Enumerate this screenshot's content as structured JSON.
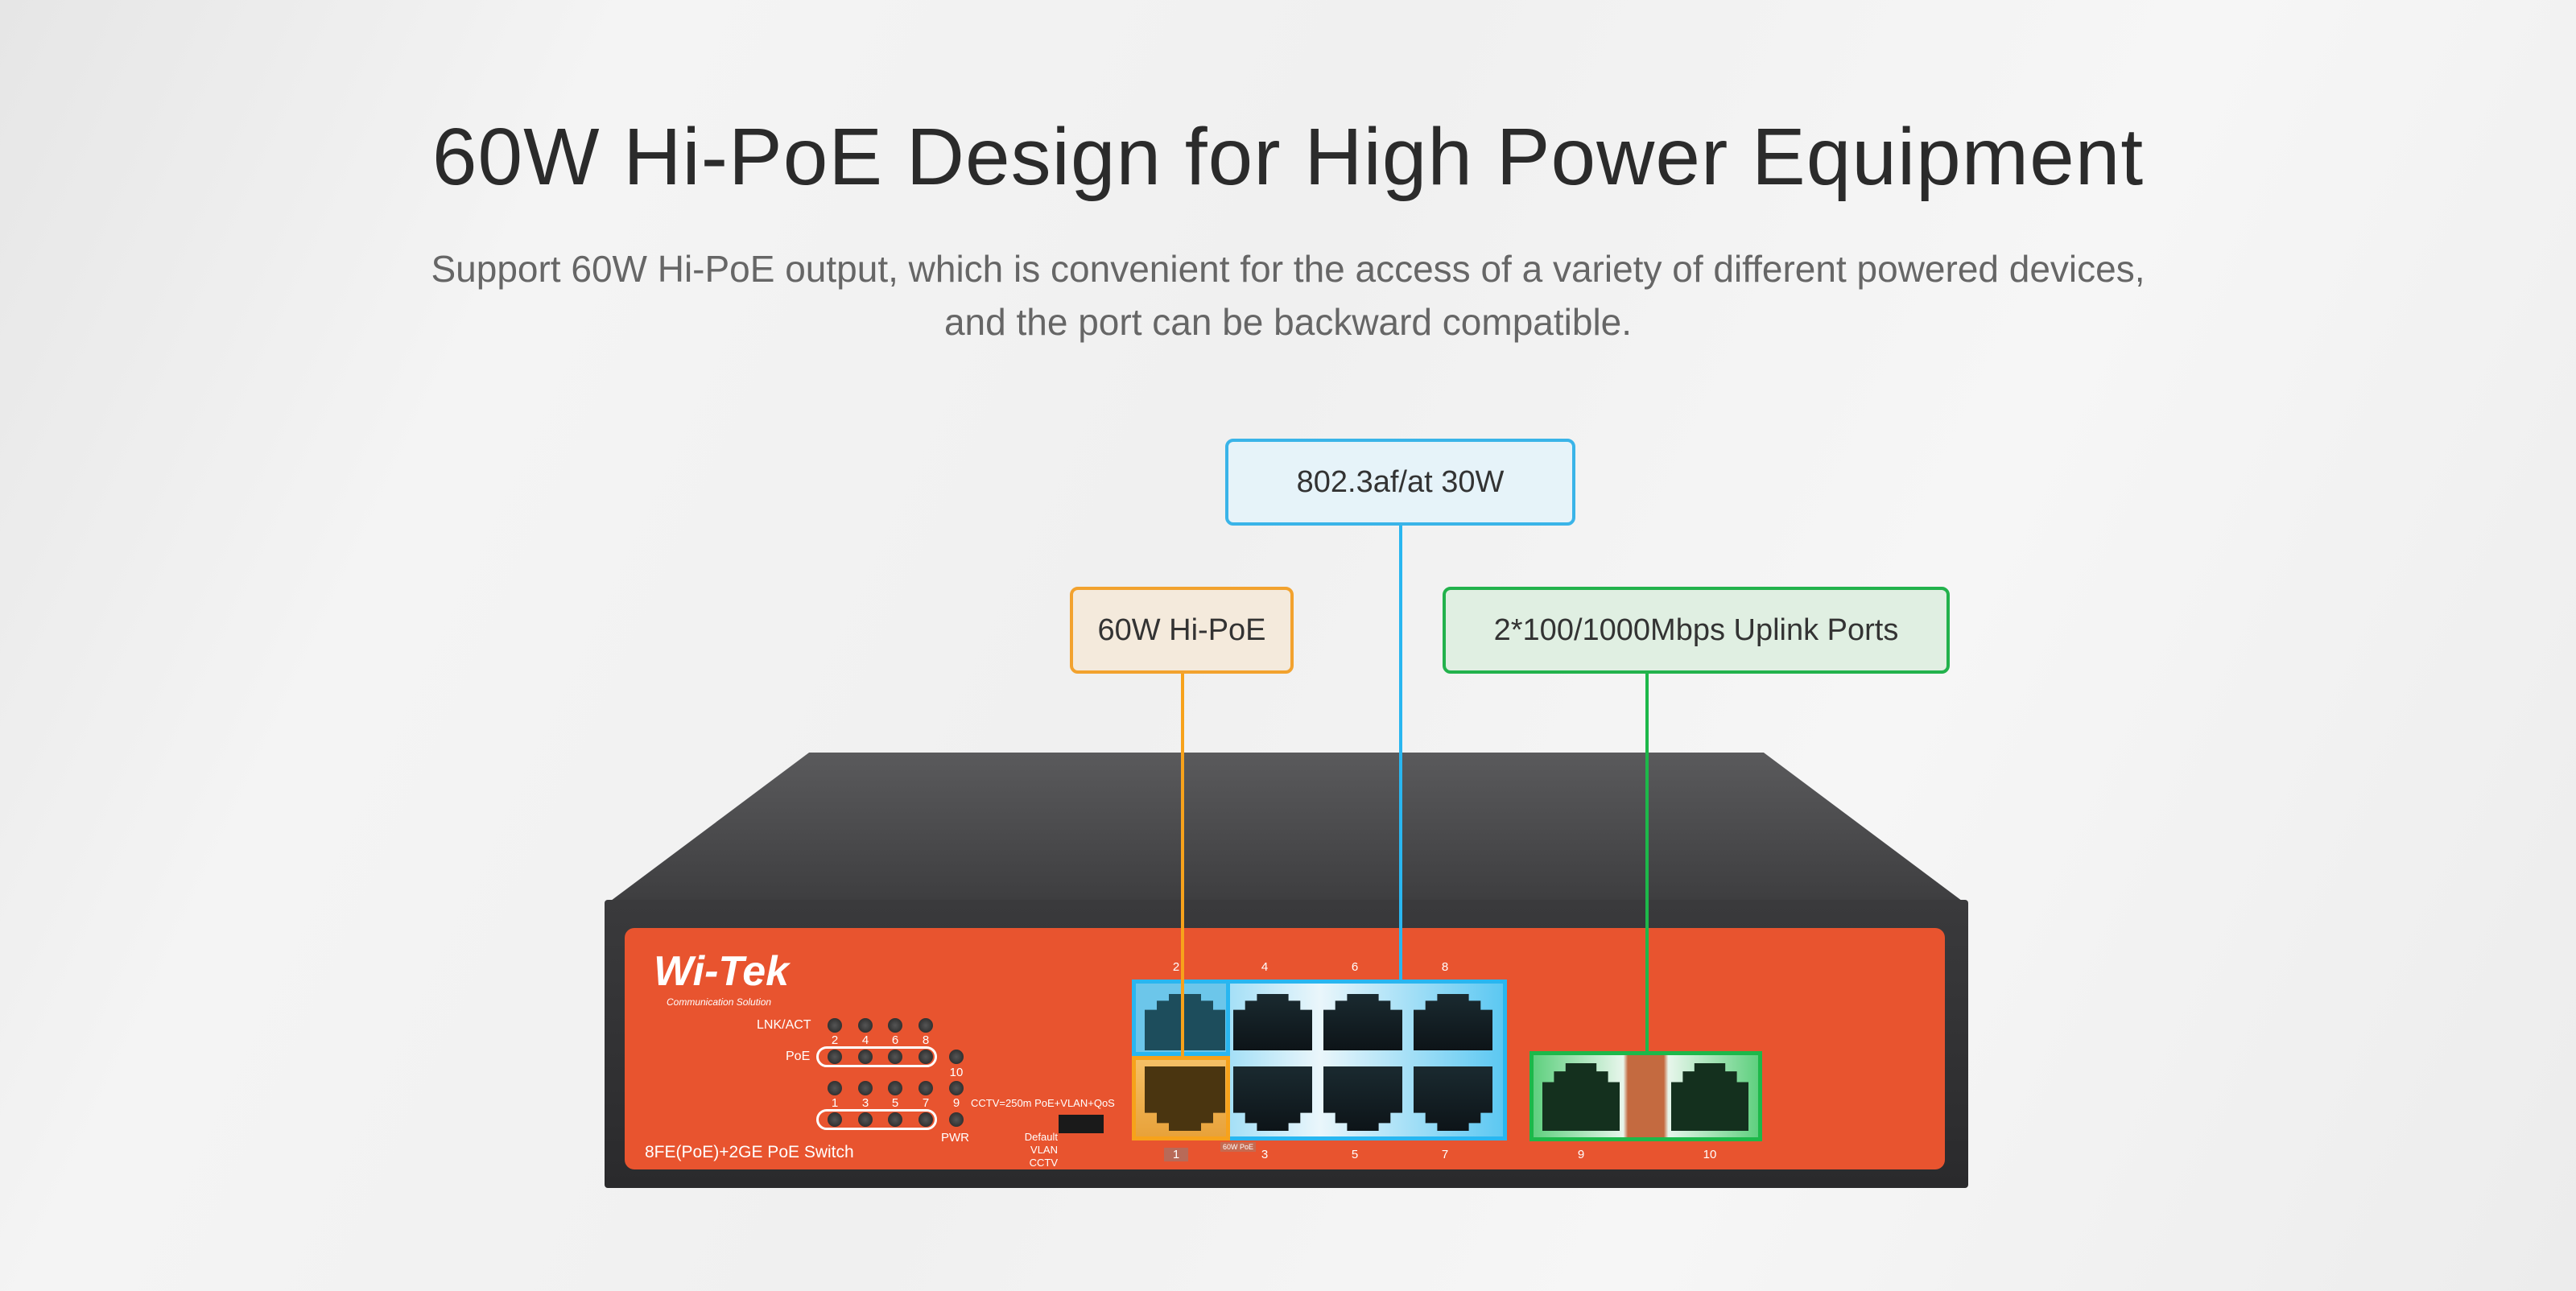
{
  "heading": {
    "title": "60W Hi-PoE Design for High Power Equipment",
    "subtitle_line1": "Support 60W Hi-PoE output, which is convenient for the access of a variety of different powered devices,",
    "subtitle_line2": "and the port can be backward compatible."
  },
  "callouts": {
    "standard": "802.3af/at 30W",
    "hipoe": "60W Hi-PoE",
    "uplink": "2*100/1000Mbps Uplink Ports"
  },
  "colors": {
    "panel": "#e8542f",
    "standard": "#29b6f0",
    "hipoe": "#f7a21b",
    "uplink": "#1db84a"
  },
  "device": {
    "brand": "Wi-Tek",
    "brand_tagline": "Communication Solution",
    "model": "8FE(PoE)+2GE PoE Switch",
    "lnk_label": "LNK/ACT",
    "poe_label": "PoE",
    "pwr_label": "PWR",
    "led_top_numbers": [
      "2",
      "4",
      "6",
      "8"
    ],
    "led_10": "10",
    "led_bottom_numbers": [
      "1",
      "3",
      "5",
      "7",
      "9"
    ],
    "mode_note": "CCTV=250m PoE+VLAN+QoS",
    "modes": [
      "Default",
      "VLAN",
      "CCTV"
    ],
    "port_top_numbers": [
      "2",
      "4",
      "6",
      "8"
    ],
    "port_bottom_numbers": [
      "1",
      "3",
      "5",
      "7"
    ],
    "port_60w_tag": "60W PoE",
    "uplink_numbers": [
      "9",
      "10"
    ]
  }
}
